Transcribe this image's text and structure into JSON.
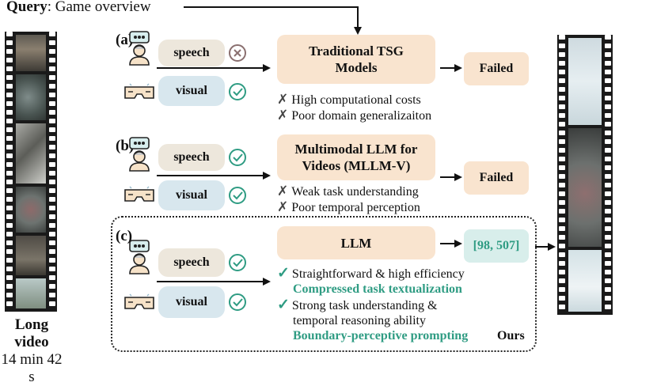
{
  "query": {
    "label": "Query",
    "text": ": Game overview"
  },
  "video": {
    "title": "Long video",
    "duration": "14 min 42 s"
  },
  "rows": [
    {
      "label": "(a)",
      "speech": "speech",
      "visual": "visual",
      "model_line1": "Traditional TSG",
      "model_line2": "Models",
      "result": "Failed",
      "notes": [
        "High computational costs",
        "Poor domain generalizaiton"
      ]
    },
    {
      "label": "(b)",
      "speech": "speech",
      "visual": "visual",
      "model_line1": "Multimodal LLM for",
      "model_line2": "Videos (MLLM-V)",
      "result": "Failed",
      "notes": [
        "Weak task understanding",
        "Poor temporal perception"
      ]
    },
    {
      "label": "(c)",
      "speech": "speech",
      "visual": "visual",
      "model": "LLM",
      "result": "[98, 507]",
      "benefit1": "Straightforward & high efficiency",
      "method1": "Compressed task textualization",
      "benefit2_line1": "Strong task understanding &",
      "benefit2_line2": "temporal reasoning ability",
      "method2": "Boundary-perceptive prompting",
      "tag": "Ours"
    }
  ],
  "marks": {
    "cross": "✗",
    "check": "✓"
  },
  "colors": {
    "accent_green": "#2f9c83",
    "model_fill": "#f9e4cf",
    "speech_fill": "#ede7dc",
    "visual_fill": "#d8e7ee",
    "answer_fill": "#d8eeeb"
  },
  "icons": [
    "speech-bubble-person-icon",
    "vr-glasses-icon",
    "wrong-circle-icon",
    "correct-circle-icon",
    "film-strip-icon"
  ]
}
